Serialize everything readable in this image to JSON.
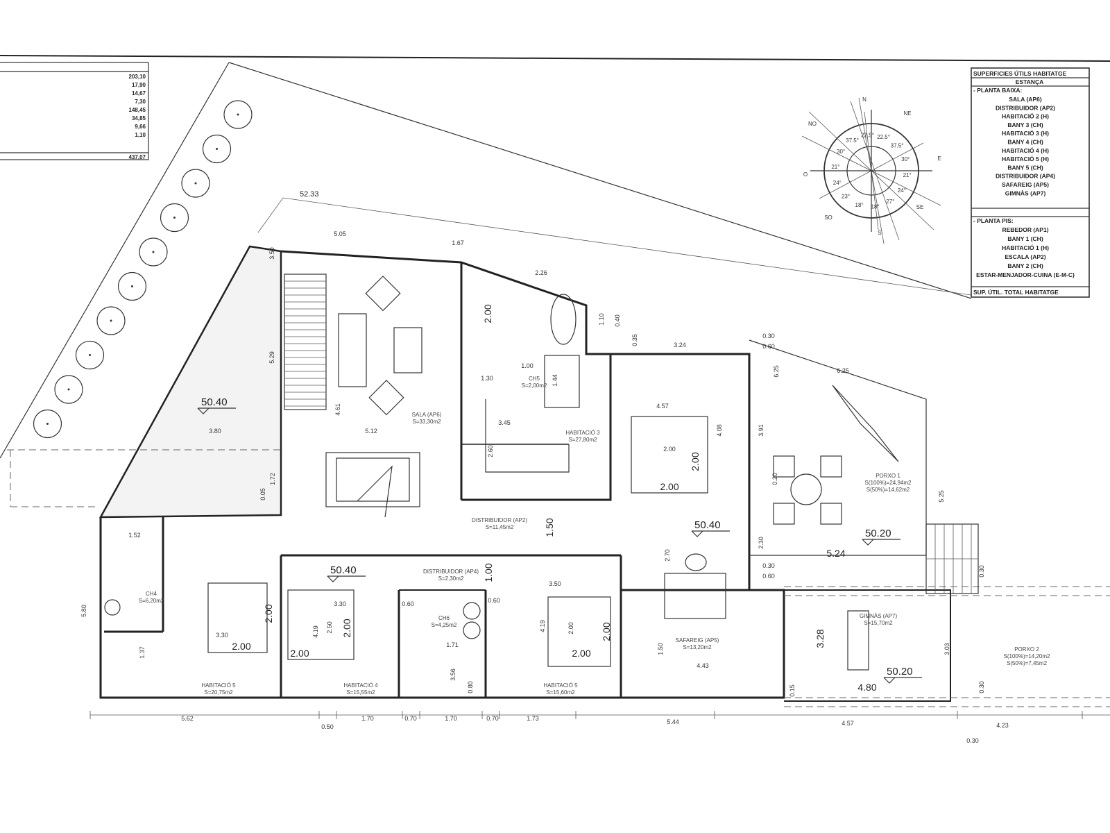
{
  "left_table": {
    "values": [
      "203,10",
      "17,90",
      "14,67",
      "7,30",
      "148,45",
      "34,85",
      "9,66",
      "1,10",
      "437,07"
    ]
  },
  "right_table": {
    "title": "SUPERFICIES ÚTILS HABITATGE",
    "column": "ESTANÇA",
    "planta_baixa": {
      "label": "- PLANTA BAIXA:",
      "rows": [
        "SALA (AP6)",
        "DISTRIBUIDOR (AP2)",
        "HABITACIÓ 2 (H)",
        "BANY 3 (CH)",
        "HABITACIÓ 3 (H)",
        "BANY 4 (CH)",
        "HABITACIÓ 4 (H)",
        "HABITACIÓ 5 (H)",
        "BANY 5 (CH)",
        "DISTRIBUIDOR (AP4)",
        "SAFAREIG (AP5)",
        "GIMNÀS (AP7)"
      ]
    },
    "planta_pis": {
      "label": "- PLANTA PIS:",
      "rows": [
        "REBEDOR (AP1)",
        "BANY 1 (CH)",
        "HABITACIÓ 1 (H)",
        "ESCALA (AP2)",
        "BANY 2 (CH)",
        "ESTAR-MENJADOR-CUINA (E-M-C)"
      ]
    },
    "total": "SUP. ÚTIL. TOTAL HABITATGE"
  },
  "compass": {
    "labels": [
      "N",
      "NE",
      "E",
      "SE",
      "S",
      "SO",
      "O",
      "NO"
    ],
    "sectors": [
      "22.5°",
      "22.5°",
      "37.5°",
      "30°",
      "21°",
      "24°",
      "27°",
      "18°",
      "18°",
      "23°",
      "24°",
      "21°",
      "30°",
      "37.5°"
    ]
  },
  "levels": [
    "52.33",
    "50.40",
    "50.40",
    "50.40",
    "50.20",
    "50.20"
  ],
  "rooms": [
    {
      "name": "SALA (AP6)",
      "area": "S=33,30m2"
    },
    {
      "name": "HABITACIÓ 3",
      "area": "S=27,80m2"
    },
    {
      "name": "CH5",
      "area": "S=2,00m2"
    },
    {
      "name": "DISTRIBUIDOR (AP2)",
      "area": "S=11,45m2"
    },
    {
      "name": "PORXO 1",
      "area": "S(100%)=24,94m2",
      "area2": "S(50%)=14,62m2"
    },
    {
      "name": "CH4",
      "area": "S=6,20m2"
    },
    {
      "name": "HABITACIÓ 5",
      "area": "S=20,75m2"
    },
    {
      "name": "HABITACIÓ 4",
      "area": "S=15,55m2"
    },
    {
      "name": "DISTRIBUIDOR (AP4)",
      "area": "S=2,30m2"
    },
    {
      "name": "CH6",
      "area": "S=4,25m2"
    },
    {
      "name": "HABITACIÓ 5",
      "area": "S=15,60m2"
    },
    {
      "name": "SAFAREIG (AP5)",
      "area": "S=13,20m2"
    },
    {
      "name": "GIMNÀS (AP7)",
      "area": "S=15,70m2"
    },
    {
      "name": "PORXO 2",
      "area": "S(100%)=14,20m2",
      "area2": "S(50%)=7,45m2"
    }
  ],
  "dims": [
    "5.05",
    "1.67",
    "2.26",
    "3.50",
    "5.29",
    "3.80",
    "5.12",
    "4.61",
    "2.00",
    "1.10",
    "0.40",
    "0.35",
    "3.24",
    "0.30",
    "0.60",
    "6.25",
    "6.25",
    "4.57",
    "4.08",
    "2.00",
    "2.00",
    "2.00",
    "3.91",
    "3.45",
    "2.60",
    "1.00",
    "1.30",
    "1.44",
    "1.50",
    "0.20",
    "5.25",
    "5.24",
    "2.30",
    "0.30",
    "0.60",
    "2.70",
    "3.28",
    "3.03",
    "4.80",
    "0.30",
    "0.30",
    "0.15",
    "5.80",
    "1.37",
    "3.30",
    "2.00",
    "2.00",
    "2.00",
    "1.72",
    "0.05",
    "1.52",
    "4.19",
    "2.50",
    "2.00",
    "3.30",
    "0.60",
    "0.60",
    "1.00",
    "1.71",
    "3.56",
    "0.80",
    "3.50",
    "2.00",
    "2.00",
    "2.00",
    "4.19",
    "4.43",
    "1.50"
  ],
  "bottom_dims": [
    "5.62",
    "0.50",
    "1.70",
    "0.70",
    "1.70",
    "0.70",
    "1.73",
    "5.44",
    "4.57",
    "4.23",
    "0.30"
  ]
}
